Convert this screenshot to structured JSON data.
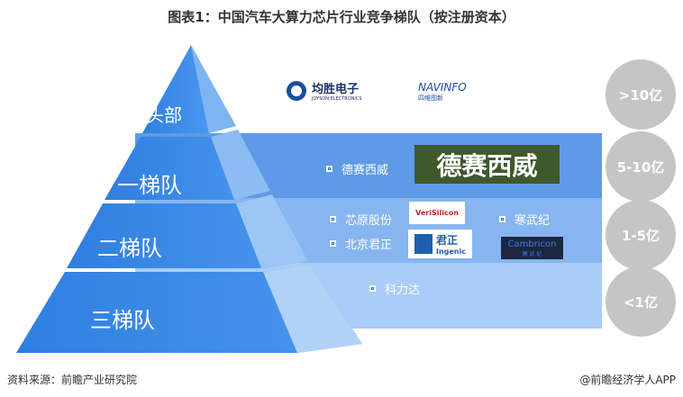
{
  "title": "图表1：中国汽车大算力芯片行业竞争梯队（按注册资本）",
  "tiers": [
    {
      "label": "头部",
      "capital": ">10亿",
      "companies": [
        {
          "name": "均胜电子",
          "logo_text": "均胜电子",
          "logo_sub": "JOYSON ELECTRONICS"
        },
        {
          "name": "四维图新",
          "logo_text": "NAVINFO",
          "logo_sub": "四维图新"
        }
      ]
    },
    {
      "label": "一梯队",
      "capital": "5-10亿",
      "companies": [
        {
          "name": "德赛西威",
          "logo_text": "德赛西威"
        }
      ]
    },
    {
      "label": "二梯队",
      "capital": "1-5亿",
      "companies": [
        {
          "name": "芯原股份",
          "logo_text": "VeriSilicon"
        },
        {
          "name": "北京君正",
          "logo_text": "君正",
          "logo_sub": "Ingenic"
        },
        {
          "name": "寒武纪",
          "logo_text": "Cambricon",
          "logo_sub": "寒 武 纪"
        }
      ]
    },
    {
      "label": "三梯队",
      "capital": "<1亿",
      "companies": [
        {
          "name": "科力达"
        }
      ]
    }
  ],
  "footer": {
    "source": "资料来源：前瞻产业研究院",
    "credit": "@前瞻经济学人APP"
  },
  "colors": {
    "band1": "#5e9ae6",
    "band2": "#87b5f0",
    "band3": "#a9cdf6",
    "circle": "#c5c5c5"
  }
}
